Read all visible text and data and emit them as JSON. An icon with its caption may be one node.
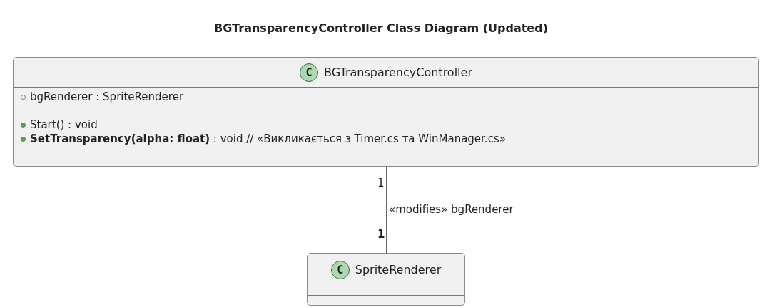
{
  "diagram": {
    "title": "BGTransparencyController Class Diagram (Updated)",
    "nodes": [
      {
        "text": [
          "C",
          "BGTransparencyController",
          "bgRenderer : SpriteRenderer",
          "Start() : void",
          "**SetTransparency(alpha: float)** : void // «Викликається з Timer.cs та WinManager.cs»"
        ]
      },
      {
        "text": [
          "C",
          "SpriteRenderer"
        ]
      }
    ],
    "edges": [
      {
        "from": 0,
        "to": 1,
        "arrow": "none",
        "label": "«modifies» bgRenderer"
      }
    ],
    "labels": [
      "1",
      "1"
    ]
  }
}
